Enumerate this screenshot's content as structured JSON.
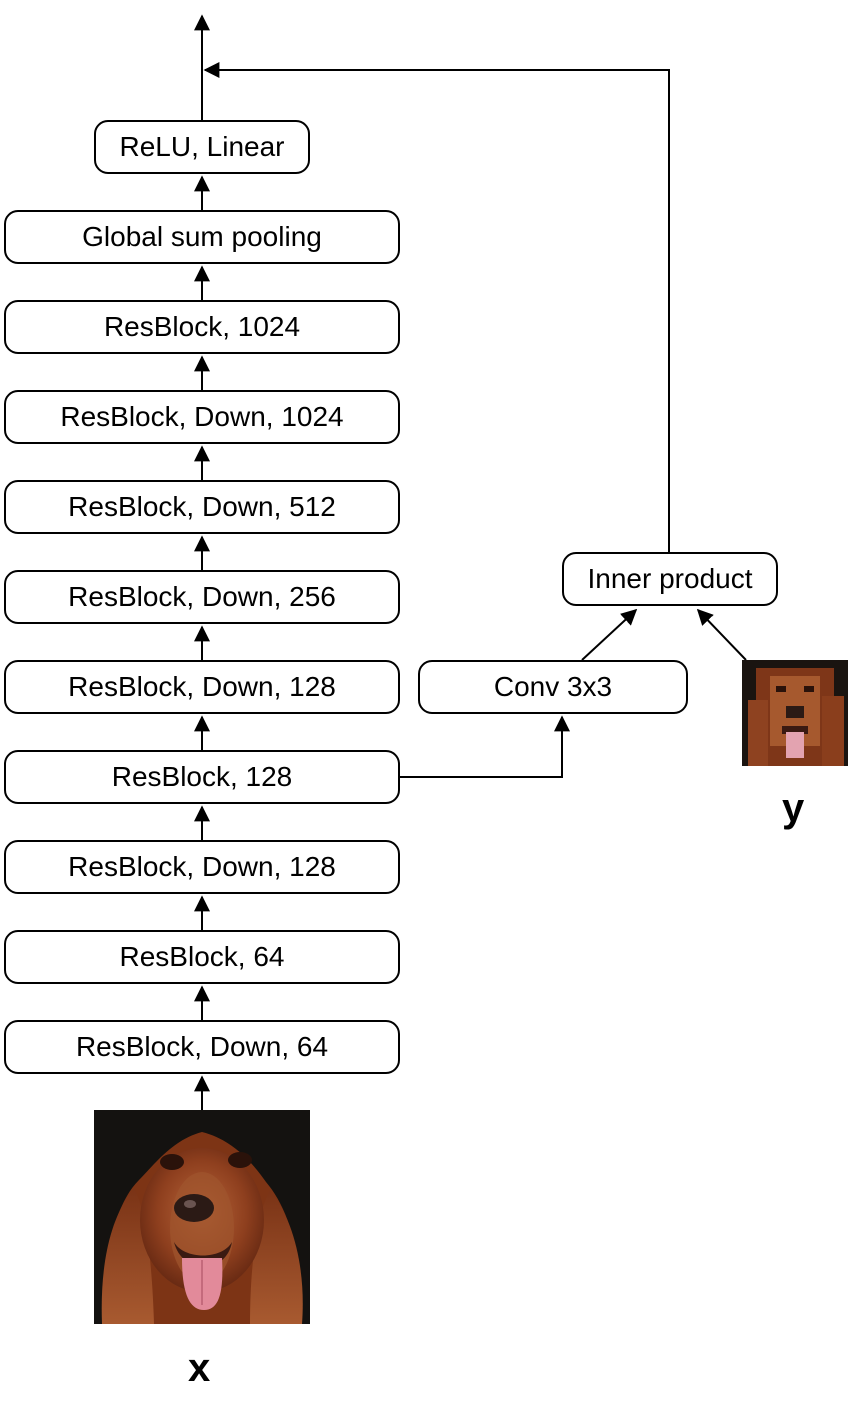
{
  "main_stack": [
    {
      "label": "ReLU, Linear"
    },
    {
      "label": "Global sum pooling"
    },
    {
      "label": "ResBlock, 1024"
    },
    {
      "label": "ResBlock, Down, 1024"
    },
    {
      "label": "ResBlock, Down, 512"
    },
    {
      "label": "ResBlock, Down, 256"
    },
    {
      "label": "ResBlock, Down, 128"
    },
    {
      "label": "ResBlock, 128"
    },
    {
      "label": "ResBlock, Down, 128"
    },
    {
      "label": "ResBlock, 64"
    },
    {
      "label": "ResBlock, Down, 64"
    }
  ],
  "branch": {
    "conv_label": "Conv 3x3",
    "inner_product_label": "Inner product"
  },
  "inputs": {
    "x_label": "x",
    "y_label": "y",
    "x_image": "dog-photo",
    "y_image": "dog-photo-lowres"
  }
}
